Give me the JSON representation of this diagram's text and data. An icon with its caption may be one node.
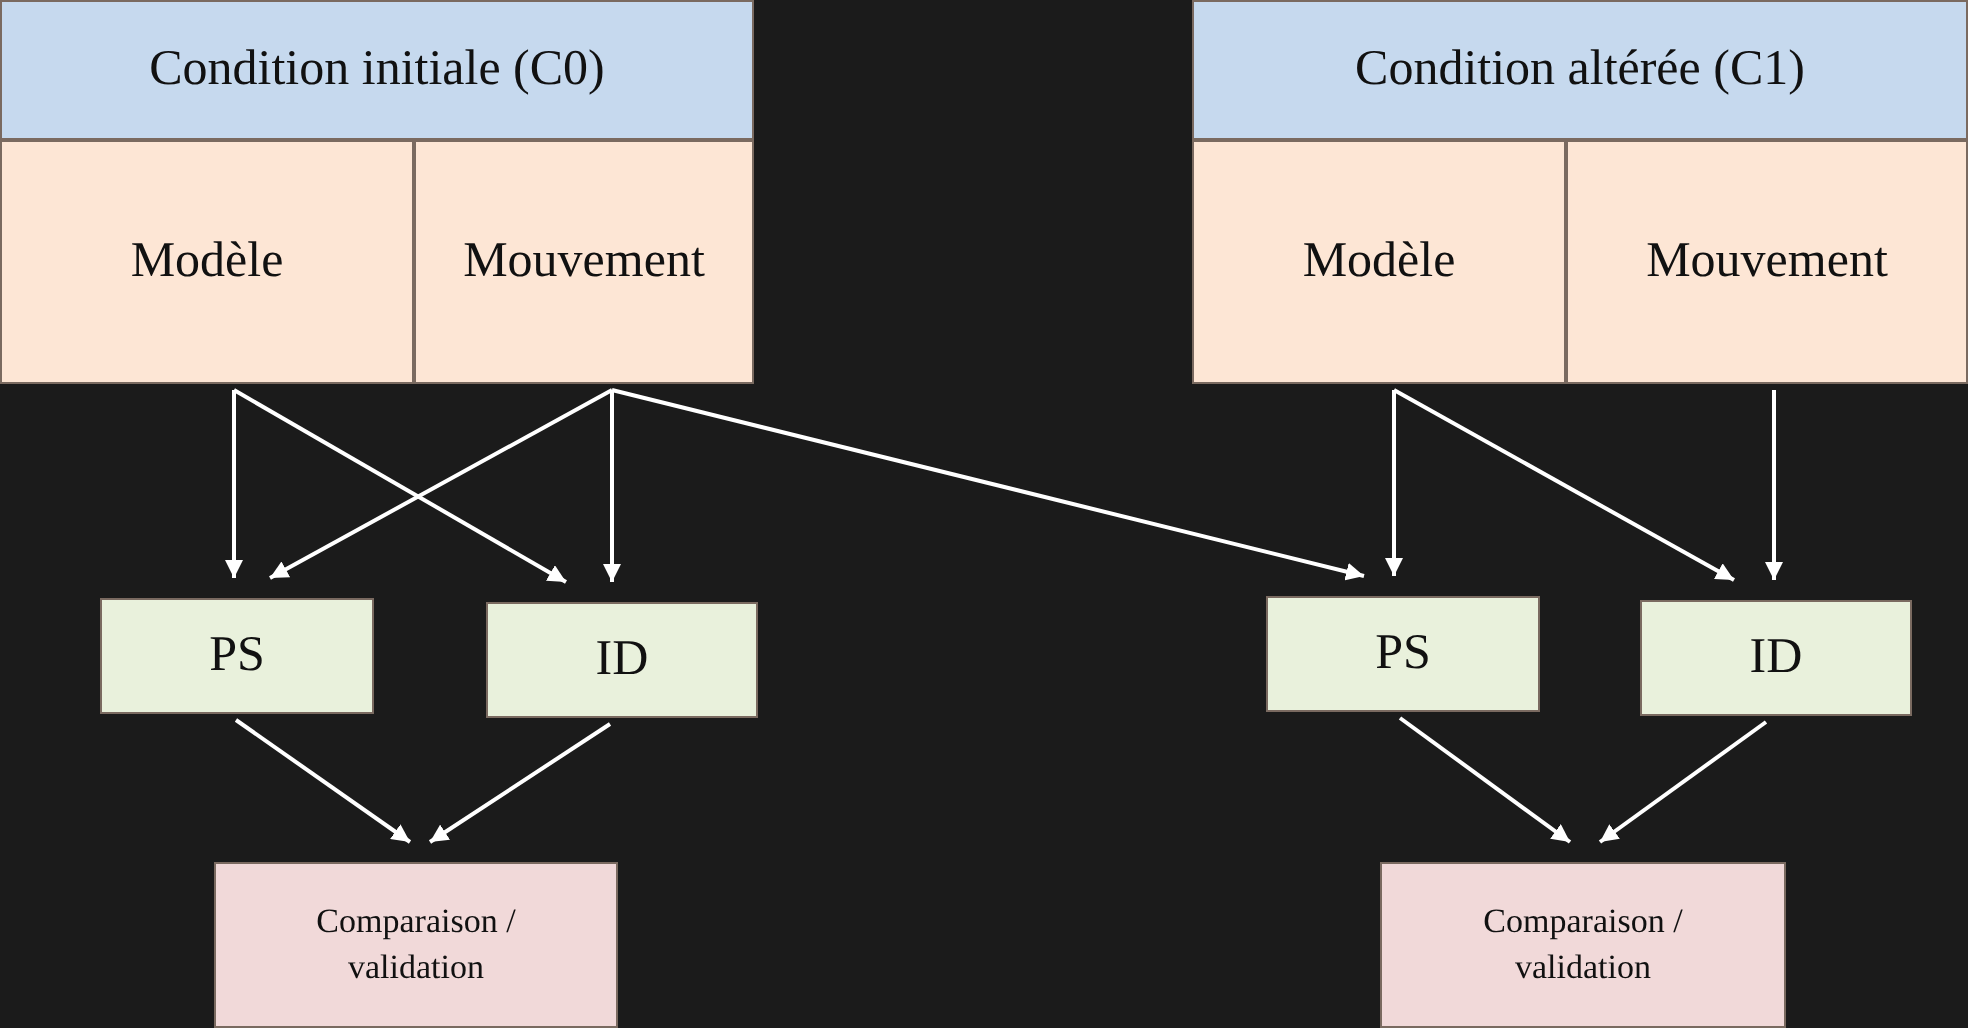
{
  "diagram": {
    "nodes": [
      {
        "text": [
          "Condition initiale (C0)"
        ]
      },
      {
        "text": [
          "Modèle"
        ]
      },
      {
        "text": [
          "Mouvement"
        ]
      },
      {
        "text": [
          "Condition altérée (C1)"
        ]
      },
      {
        "text": [
          "Modèle"
        ]
      },
      {
        "text": [
          "Mouvement"
        ]
      },
      {
        "text": [
          "PS"
        ]
      },
      {
        "text": [
          "ID"
        ]
      },
      {
        "text": [
          "PS"
        ]
      },
      {
        "text": [
          "ID"
        ]
      },
      {
        "text": [
          "Comparaison / validation"
        ]
      },
      {
        "text": [
          "Comparaison / validation"
        ]
      }
    ],
    "edges": [
      {
        "from": 1,
        "to": 6,
        "arrow": "to"
      },
      {
        "from": 1,
        "to": 7,
        "arrow": "to"
      },
      {
        "from": 2,
        "to": 6,
        "arrow": "to"
      },
      {
        "from": 2,
        "to": 7,
        "arrow": "to"
      },
      {
        "from": 2,
        "to": 8,
        "arrow": "to"
      },
      {
        "from": 4,
        "to": 8,
        "arrow": "to"
      },
      {
        "from": 4,
        "to": 9,
        "arrow": "to"
      },
      {
        "from": 5,
        "to": 9,
        "arrow": "to"
      },
      {
        "from": 6,
        "to": 10,
        "arrow": "to"
      },
      {
        "from": 7,
        "to": 10,
        "arrow": "to"
      },
      {
        "from": 8,
        "to": 11,
        "arrow": "to"
      },
      {
        "from": 9,
        "to": 11,
        "arrow": "to"
      }
    ]
  }
}
